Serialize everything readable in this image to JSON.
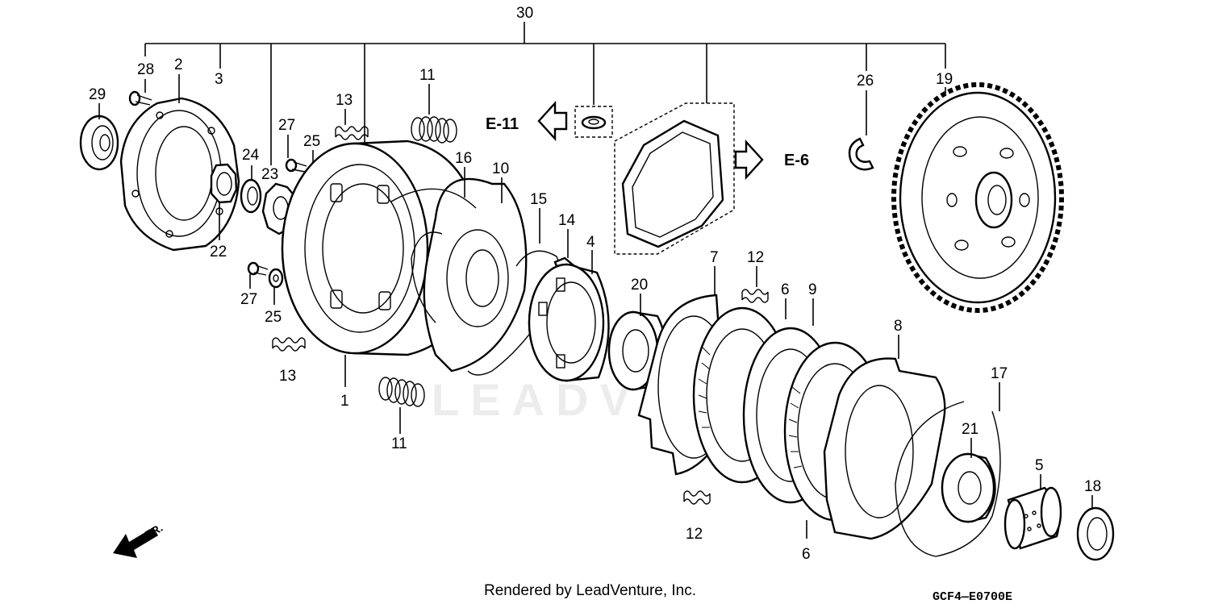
{
  "labels": {
    "l30": "30",
    "l28": "28",
    "l2": "2",
    "l3": "3",
    "l29": "29",
    "l27a": "27",
    "l25a": "25",
    "l24": "24",
    "l23": "23",
    "l22": "22",
    "l13a": "13",
    "l11a": "11",
    "l16": "16",
    "l10": "10",
    "l15": "15",
    "l14": "14",
    "l4": "4",
    "l20": "20",
    "l27b": "27",
    "l25b": "25",
    "l13b": "13",
    "l1": "1",
    "l11b": "11",
    "l7": "7",
    "l12a": "12",
    "l6a": "6",
    "l9": "9",
    "l8": "8",
    "l26": "26",
    "l19": "19",
    "l17": "17",
    "l21": "21",
    "l5": "5",
    "l18": "18",
    "l12b": "12",
    "l6b": "6"
  },
  "refs": {
    "e11": "E-11",
    "e6": "E-6"
  },
  "footer": {
    "rendered_by": "Rendered by LeadVenture, Inc.",
    "diagram_code": "GCF4—E0700E"
  },
  "watermark": "LEADVENTURE",
  "icons": {
    "front_arrow": "FR."
  }
}
